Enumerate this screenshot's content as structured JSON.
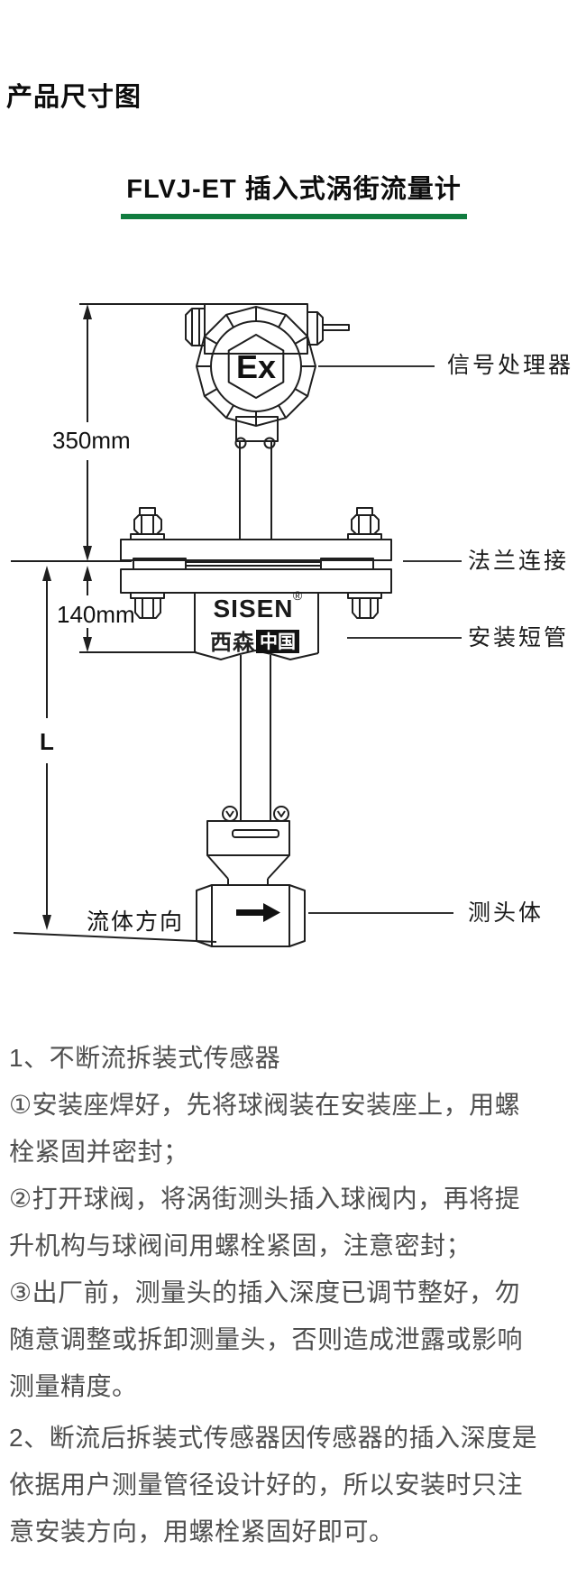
{
  "page": {
    "title": "产品尺寸图",
    "subtitle": "FLVJ-ET 插入式涡街流量计",
    "accent_green": "#107c3f"
  },
  "diagram": {
    "ex_mark": "Ex",
    "brand": {
      "name": "SISEN",
      "registered": "®",
      "sub_outline": "西森",
      "sub_boxed": "中国"
    },
    "dimensions": {
      "upper": "350mm",
      "lower": "140mm",
      "insertion_length": "L"
    },
    "flow_direction_label": "流体方向",
    "callouts": {
      "signal_processor": "信号处理器",
      "flange_connection": "法兰连接",
      "mounting_pipe": "安装短管",
      "probe_body": "测头体"
    }
  },
  "notes": {
    "section1": "1、不断流拆装式传感器\n①安装座焊好，先将球阀装在安装座上，用螺\n栓紧固并密封；\n②打开球阀，将涡街测头插入球阀内，再将提\n升机构与球阀间用螺栓紧固，注意密封；\n③出厂前，测量头的插入深度已调节整好，勿\n随意调整或拆卸测量头，否则造成泄露或影响\n测量精度。",
    "section2": "2、断流后拆装式传感器因传感器的插入深度是\n依据用户测量管径设计好的，所以安装时只注\n意安装方向，用螺栓紧固好即可。"
  }
}
